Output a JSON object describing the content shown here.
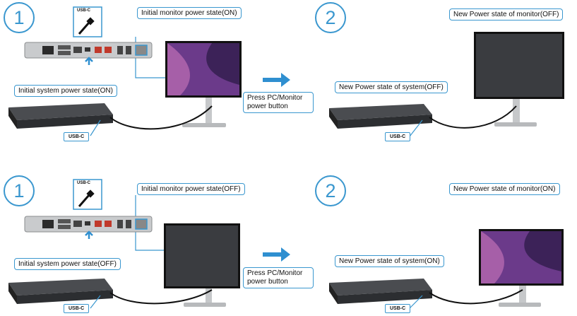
{
  "panels": [
    {
      "step1": "1",
      "step2": "2",
      "usbc_top": "USB-C",
      "usbc_dock_left": "USB-C",
      "usbc_dock_right": "USB-C",
      "initial_monitor": "Initial monitor power state(ON)",
      "initial_system": "Initial system power state(ON)",
      "press_button": "Press PC/Monitor power button",
      "new_monitor": "New Power state of monitor(OFF)",
      "new_system": "New Power state of system(OFF)",
      "left_monitor_on": true,
      "right_monitor_on": false
    },
    {
      "step1": "1",
      "step2": "2",
      "usbc_top": "USB-C",
      "usbc_dock_left": "USB-C",
      "usbc_dock_right": "USB-C",
      "initial_monitor": "Initial monitor power state(OFF)",
      "initial_system": "Initial system power state(OFF)",
      "press_button": "Press PC/Monitor power button",
      "new_monitor": "New Power state of monitor(ON)",
      "new_system": "New Power state of system(ON)",
      "left_monitor_on": false,
      "right_monitor_on": true
    }
  ],
  "colors": {
    "accent": "#3a97cf",
    "arrow": "#2f8fd0",
    "screen_off": "#3a3c40"
  }
}
